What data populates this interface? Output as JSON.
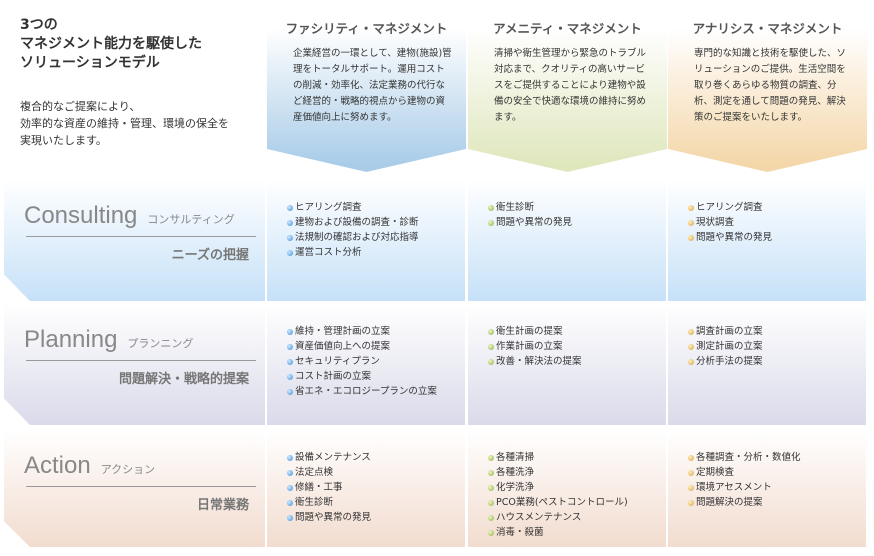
{
  "intro": {
    "title": [
      "3つの",
      "マネジメント能力を駆使した",
      "ソリューションモデル"
    ],
    "text": [
      "複合的なご提案により、",
      "効率的な資産の維持・管理、環境の保全を",
      "実現いたします。"
    ]
  },
  "columns": [
    {
      "title": "ファシリティ・マネジメント",
      "desc": "企業経営の一環として、建物(施設)管理をトータルサポート。運用コストの削減・効率化、法定業務の代行など経営的・戦略的視点から建物の資産価値向上に努めます。",
      "color": "#a9cce8"
    },
    {
      "title": "アメニティ・マネジメント",
      "desc": "清掃や衛生管理から緊急のトラブル対応まで、クオリティの高いサービスをご提供することにより建物や設備の安全で快適な環境の維持に努めます。",
      "color": "#dfe7bd"
    },
    {
      "title": "アナリシス・マネジメント",
      "desc": "専門的な知識と技術を駆使した、ソリューションのご提供。生活空間を取り巻くあらゆる物質の調査、分析、測定を通して問題の発見、解決策のご提案をいたします。",
      "color": "#f4d7a9"
    }
  ],
  "rows": [
    {
      "en": "Consulting",
      "kana": "コンサルティング",
      "jp": "ニーズの把握",
      "color": "#c6e1f8",
      "cells": [
        [
          "ヒアリング調査",
          "建物および設備の調査・診断",
          "法規制の確認および対応指導",
          "運営コスト分析"
        ],
        [
          "衛生診断",
          "問題や異常の発見"
        ],
        [
          "ヒアリング調査",
          "現状調査",
          "問題や異常の発見"
        ]
      ]
    },
    {
      "en": "Planning",
      "kana": "プランニング",
      "jp": "問題解決・戦略的提案",
      "color": "#dadaea",
      "cells": [
        [
          "維持・管理計画の立案",
          "資産価値向上への提案",
          "セキュリティプラン",
          "コスト計画の立案",
          "省エネ・エコロジープランの立案"
        ],
        [
          "衛生計画の提案",
          "作業計画の立案",
          "改善・解決法の提案"
        ],
        [
          "調査計画の立案",
          "測定計画の立案",
          "分析手法の提案"
        ]
      ]
    },
    {
      "en": "Action",
      "kana": "アクション",
      "jp": "日常業務",
      "color": "#f2dccf",
      "cells": [
        [
          "設備メンテナンス",
          "法定点検",
          "修繕・工事",
          "衛生診断",
          "問題や異常の発見"
        ],
        [
          "各種清掃",
          "各種洗浄",
          "化学洗浄",
          "PCO業務(ペストコントロール)",
          "ハウスメンテナンス",
          "消毒・殺菌"
        ],
        [
          "各種調査・分析・数値化",
          "定期検査",
          "環境アセスメント",
          "問題解決の提案"
        ]
      ]
    }
  ]
}
